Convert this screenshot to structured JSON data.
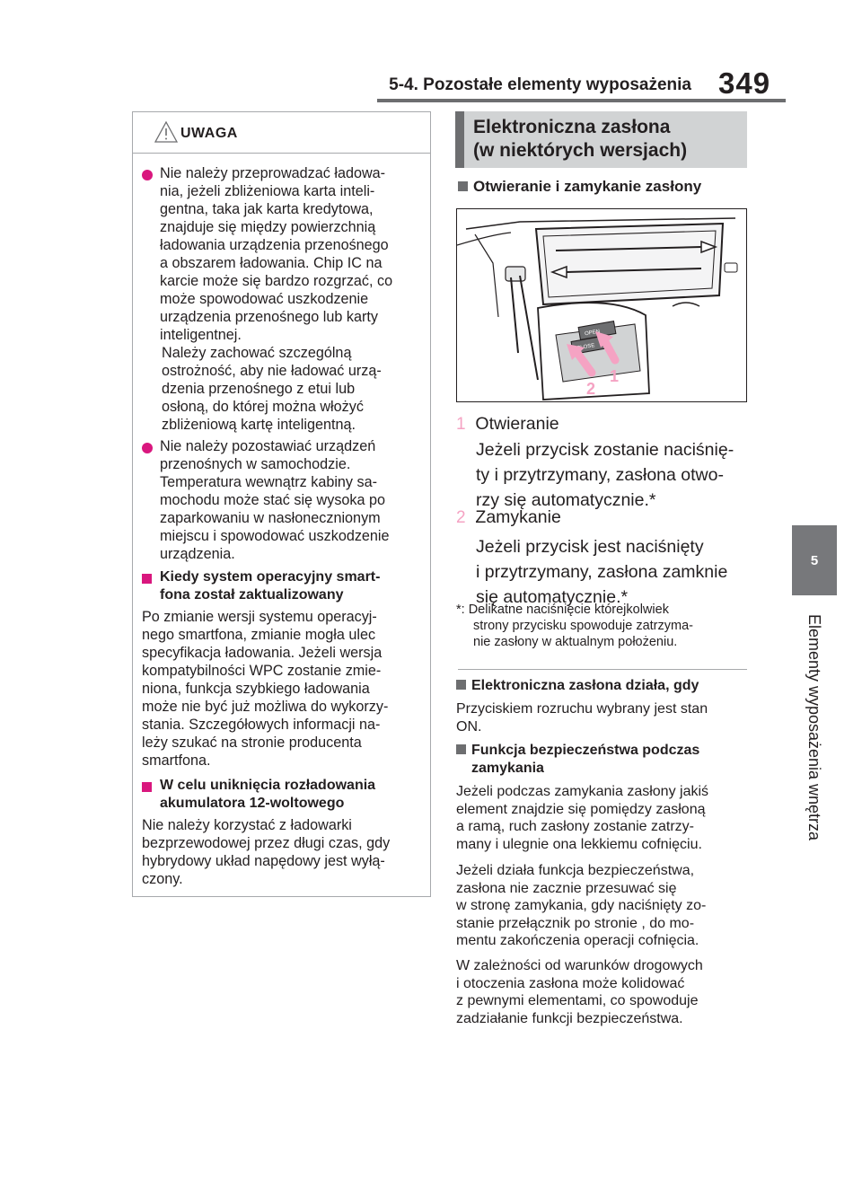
{
  "header": {
    "section": "5-4. Pozostałe elementy wyposażenia",
    "page_number": "349"
  },
  "side_tab": {
    "number": "5",
    "label": "Elementy wyposażenia wnętrza"
  },
  "warning": {
    "title": "UWAGA",
    "bullet1": [
      "Nie należy przeprowadzać ładowa-",
      "nia, jeżeli zbliżeniowa karta inteli-",
      "gentna, taka jak karta kredytowa,",
      "znajduje się między powierzchnią",
      "ładowania urządzenia przenośnego",
      "a obszarem ładowania. Chip IC na",
      "karcie może się bardzo rozgrzać, co",
      "może spowodować uszkodzenie",
      "urządzenia przenośnego lub karty",
      "inteligentnej."
    ],
    "bullet1_cont": [
      "Należy zachować szczególną",
      "ostrożność, aby nie ładować urzą-",
      "dzenia przenośnego z etui lub",
      "osłoną, do której można włożyć",
      "zbliżeniową kartę inteligentną."
    ],
    "bullet2": [
      "Nie należy pozostawiać urządzeń",
      "przenośnych w samochodzie.",
      "Temperatura wewnątrz kabiny sa-",
      "mochodu może stać się wysoka po",
      "zaparkowaniu w nasłonecznionym",
      "miejscu i spowodować uszkodzenie",
      "urządzenia."
    ],
    "sub1_title": [
      "Kiedy system operacyjny smart-",
      "fona został zaktualizowany"
    ],
    "sub1_text": [
      "Po zmianie wersji systemu operacyj-",
      "nego smartfona, zmianie mogła ulec",
      "specyfikacja ładowania. Jeżeli wersja",
      "kompatybilności WPC zostanie zmie-",
      "niona, funkcja szybkiego ładowania",
      "może nie być już możliwa do wykorzy-",
      "stania. Szczegółowych informacji na-",
      "leży szukać na stronie producenta",
      "smartfona."
    ],
    "sub2_title": [
      "W celu uniknięcia rozładowania",
      "akumulatora 12-woltowego"
    ],
    "sub2_text": [
      "Nie należy korzystać z ładowarki",
      "bezprzewodowej przez długi czas, gdy",
      "hybrydowy układ napędowy jest wyłą-",
      "czony."
    ]
  },
  "right": {
    "section_title": [
      "Elektroniczna zasłona",
      "(w niektórych wersjach)"
    ],
    "subheading": "Otwieranie i zamykanie zasłony",
    "figure": {
      "open_label": "OPEN",
      "close_label": "CLOSE",
      "callout1": "1",
      "callout2": "2"
    },
    "step1_num": "1",
    "step1_title": "Otwieranie",
    "step1_text": [
      "Jeżeli przycisk zostanie naciśnię-",
      "ty i przytrzymany, zasłona otwo-",
      "rzy się automatycznie.*"
    ],
    "step2_num": "2",
    "step2_title": "Zamykanie",
    "step2_text": [
      "Jeżeli przycisk jest naciśnięty",
      "i przytrzymany, zasłona zamknie",
      "się automatycznie.*"
    ],
    "footnote": [
      "*: Delikatne naciśnięcie którejkolwiek",
      "strony przycisku spowoduje zatrzyma-",
      "nie zasłony w aktualnym położeniu."
    ],
    "sub3_title": "Elektroniczna zasłona działa, gdy",
    "sub3_text": [
      "Przyciskiem rozruchu wybrany jest stan",
      "ON."
    ],
    "sub4_title": [
      "Funkcja bezpieczeństwa podczas",
      "zamykania"
    ],
    "sub4_text": [
      "Jeżeli podczas zamykania zasłony jakiś",
      "element znajdzie się pomiędzy zasłoną",
      "a ramą, ruch zasłony zostanie zatrzy-",
      "many i ulegnie ona lekkiemu cofnięciu."
    ],
    "sub4_text2": [
      "Jeżeli działa funkcja bezpieczeństwa,",
      "zasłona nie zacznie przesuwać się",
      "w stronę zamykania, gdy naciśnięty zo-",
      "stanie przełącznik po stronie , do mo-",
      "mentu zakończenia operacji cofnięcia."
    ],
    "sub4_text3": [
      "W zależności od warunków drogowych",
      "i otoczenia zasłona może kolidować",
      "z pewnymi elementami, co spowoduje",
      "zadziałanie funkcji bezpieczeństwa."
    ]
  },
  "colors": {
    "accent_pink": "#d9177e",
    "step_pink": "#f5a3c3",
    "grey_bar": "#6d6e70",
    "section_bg": "#d1d3d4"
  }
}
